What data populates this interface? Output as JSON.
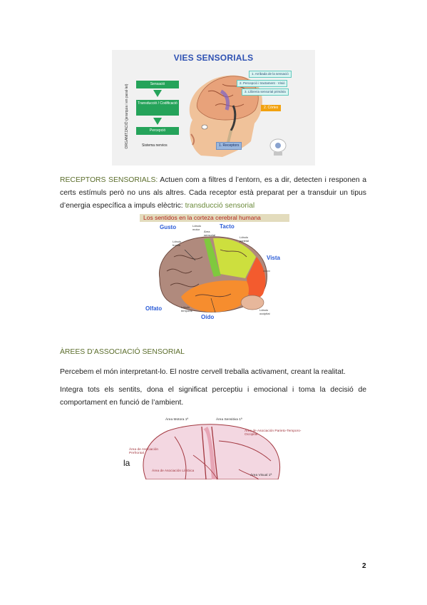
{
  "figure1": {
    "title": "VIES SENSORIALS",
    "vertical_label": "ORGANITZACIÓ (jerarquia i en paral·lel)",
    "flow": [
      "Sensació",
      "Transducció / Codificació",
      "Percepció"
    ],
    "flow_caption": "Sistema nervios",
    "callouts": [
      "1. Arribada de la sensació",
      "2. Percepció i tractament · Visió",
      "3. Llibreria sensorial primària"
    ],
    "orange_label": "2. Còrtex",
    "purple_label": "1. Receptors",
    "colors": {
      "title": "#2f52b3",
      "flow": "#25a35a",
      "callout_bg": "#d9f5f2",
      "orange": "#f2a20f",
      "purple": "#9ab7de"
    }
  },
  "paragraph1": {
    "heading": "RECEPTORS SENSORIALS:",
    "text": " Actuen com a filtres d l’entorn, es a dir, detecten i responen a certs estímuls però no uns als altres. Cada receptor està preparat per a transduir un tipus d’energia específica a impuls elèctric:",
    "link": "transducció sensorial"
  },
  "figure2": {
    "title": "Los sentidos en la corteza cerebral humana",
    "senses": {
      "gusto": "Gusto",
      "tacto": "Tacto",
      "vista": "Vista",
      "olfato": "Olfato",
      "oido": "Oído"
    },
    "lobes": {
      "frontal": "Lóbulo frontal",
      "motor": "Lóbulo motor",
      "sensorial": "Área sensorial",
      "parietal": "Lóbulo parietal",
      "temporal": "Lóbulo temporal",
      "occipital": "Lóbulo occipital"
    },
    "colors": {
      "banner_bg": "#e3dcbd",
      "banner_text": "#b3241d",
      "sense": "#2a5bd7"
    }
  },
  "section": {
    "title": "ÀREES D’ASSOCIACIÓ SENSORIAL"
  },
  "paragraph2": "Percebem el món interpretant-lo. El nostre cervell treballa activament, creant la realitat.",
  "paragraph3": "Integra tots els sentits, dona el significat perceptiu i emocional i toma la decisió de comportament en funció de l’ambient.",
  "figure3": {
    "labels": {
      "motor": "Área Motora 1ª",
      "sensitiva": "Área Sensitiva 1ª",
      "asociacion_pto": "Área de Asociación Parieto-Temporo-Occipital",
      "prefrontal": "Área de Asociación Prefrontal",
      "limbica": "Área de Asociación Límbica",
      "visual": "Área Visual 1ª"
    },
    "colors": {
      "lines": "#a2373f",
      "fill": "#f3d7e1"
    }
  },
  "stray_text": "la",
  "page_number": "2"
}
